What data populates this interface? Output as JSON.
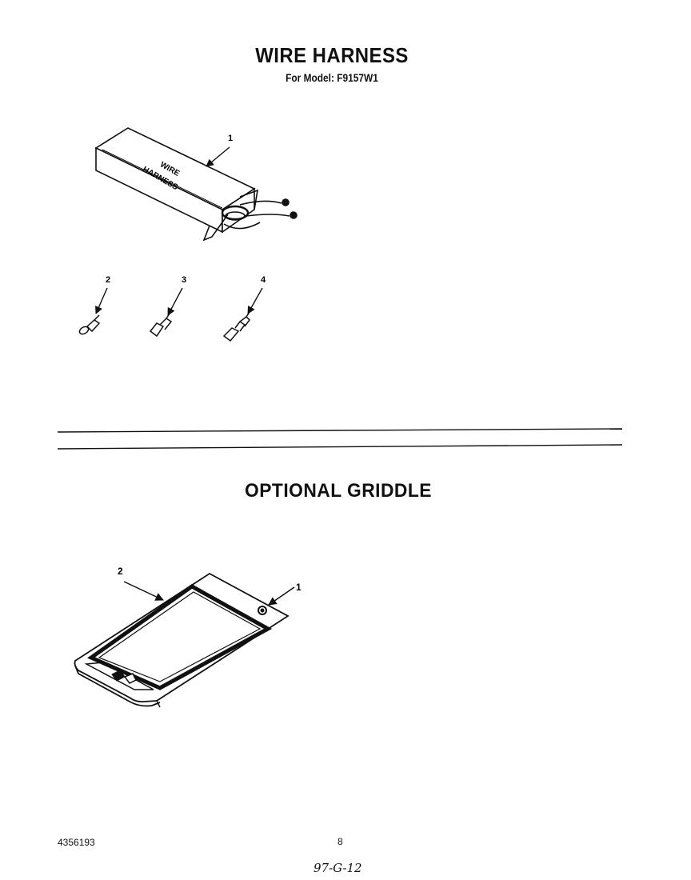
{
  "header": {
    "title": "WIRE HARNESS",
    "subtitle": "For Model: F9157W1"
  },
  "wire_harness": {
    "box_lettering_line1": "WIRE",
    "box_lettering_line2": "HARNESS",
    "callouts": [
      "1",
      "2",
      "3",
      "4"
    ]
  },
  "griddle": {
    "title": "OPTIONAL GRIDDLE",
    "callouts": [
      "1",
      "2"
    ]
  },
  "footer": {
    "doc_number": "4356193",
    "page_number": "8",
    "handwritten_note": "97-G-12"
  }
}
